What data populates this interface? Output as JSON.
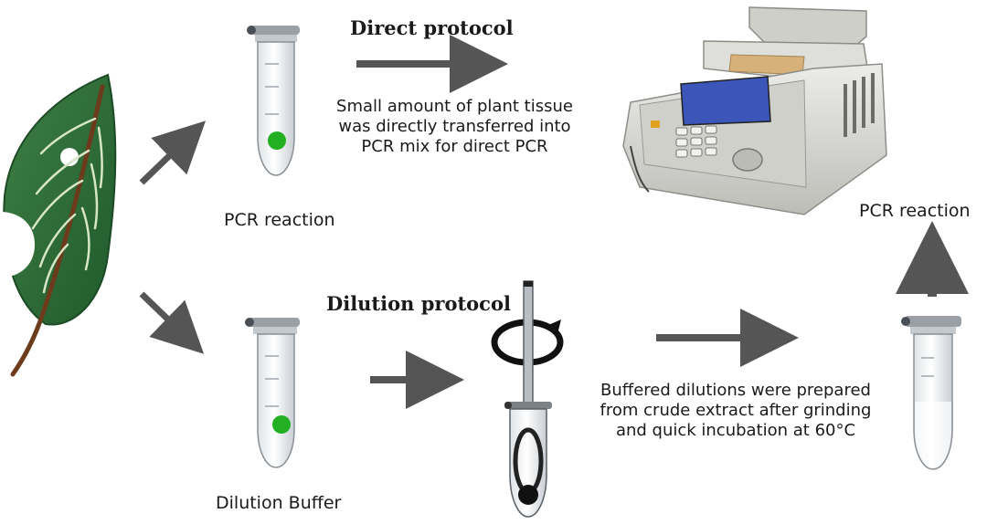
{
  "direct": {
    "title": "Direct protocol",
    "lines": [
      "Small amount of plant tissue",
      "was directly transferred into",
      "PCR mix for direct PCR"
    ],
    "tube_label": "PCR reaction"
  },
  "dilution": {
    "title": "Dilution protocol",
    "lines": [
      "Buffered dilutions were prepared",
      "from crude extract after grinding",
      "and quick incubation at 60°C"
    ],
    "tube_label": "Dilution Buffer"
  },
  "final": {
    "label": "PCR reaction"
  },
  "colors": {
    "leaf": "#2e6b3a",
    "vein": "#d8e6c8",
    "arrow": "#555555",
    "sample_dot": "#22b022",
    "pellet": "#111111",
    "machine_body": "#d9d9d4",
    "screen": "#3b55b8"
  },
  "icons": [
    "leaf-icon",
    "pcr-tube-icon",
    "pestle-icon",
    "thermal-cycler-icon",
    "rotation-icon",
    "arrow-icon"
  ]
}
